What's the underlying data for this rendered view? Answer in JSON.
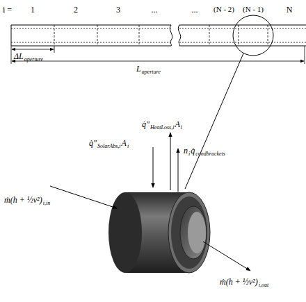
{
  "diagram": {
    "labels": [
      "i =",
      "1",
      "2",
      "3",
      "...",
      "...",
      "(N - 2)",
      "(N - 1)",
      "N",
      "ΔL",
      "aperture",
      "L",
      "aperture",
      "q̇″",
      "SolarAbs,i",
      "A",
      "i",
      "q̇″",
      "HeatLoss,i",
      "A",
      "i",
      "n",
      "i",
      "q̇",
      "condbrackets",
      "ṁ(h + ½v²)",
      "i,in",
      "ṁ(h + ½v²)",
      "i,out"
    ]
  }
}
